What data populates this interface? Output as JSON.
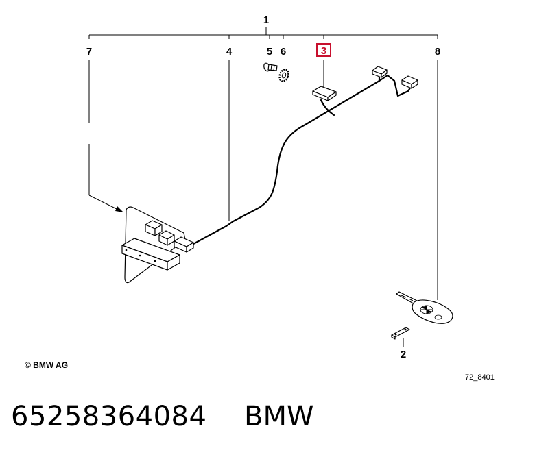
{
  "callouts": {
    "c1": "1",
    "c7": "7",
    "c4": "4",
    "c5": "5",
    "c6": "6",
    "c3": "3",
    "c8": "8",
    "c2": "2"
  },
  "highlight_color": "#c8102e",
  "copyright": "© BMW AG",
  "drawing_number": "72_8401",
  "footer": {
    "part_number": "65258364084",
    "brand": "BMW"
  }
}
